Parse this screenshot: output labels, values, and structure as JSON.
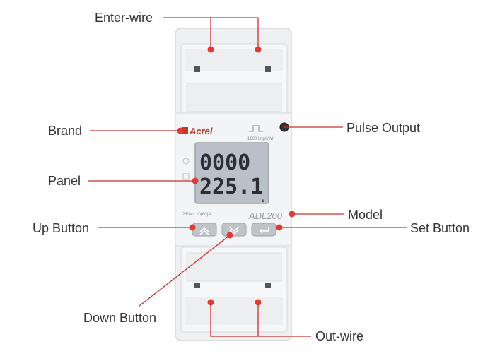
{
  "labels": {
    "enter_wire": "Enter-wire",
    "brand": "Brand",
    "pulse_output": "Pulse Output",
    "panel": "Panel",
    "model": "Model",
    "up_button": "Up Button",
    "set_button": "Set Button",
    "down_button": "Down Button",
    "out_wire": "Out-wire"
  },
  "device": {
    "brand_name": "Acrel",
    "model_name": "ADL200",
    "display_line1": "0000",
    "display_line2": "225.1",
    "display_unit": "V",
    "pulse_spec": "1600 imp/kWh",
    "rating": "230V~ 10(60)A"
  },
  "colors": {
    "callout_line": "#c9302c",
    "dot": "#e03a35",
    "lcd_bg": "#b9c0c8",
    "body": "#f1f2f3"
  },
  "icons": [
    "up-chevron-icon",
    "down-chevron-icon",
    "enter-arrow-icon",
    "pulse-led-icon"
  ]
}
